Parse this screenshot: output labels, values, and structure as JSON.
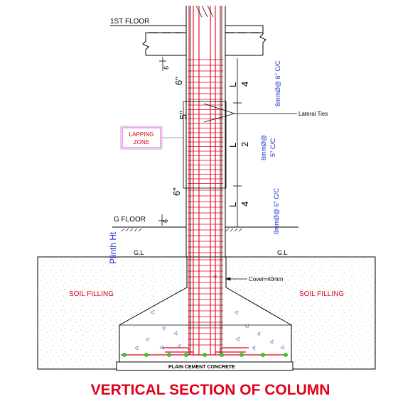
{
  "title": "VERTICAL SECTION OF COLUMN",
  "labels": {
    "first_floor": "1ST FLOOR",
    "ground_floor": "G FLOOR",
    "plinth": "Plinth Ht",
    "gl_left": "G.L",
    "gl_right": "G.L",
    "soil_left": "SOIL FILLING",
    "soil_right": "SOIL FILLING",
    "pcc": "PLAIN CEMENT CONCRETE",
    "cover": "Cover=40mm",
    "lateral_ties": "Lateral Ties",
    "lapping_1": "LAPPING",
    "lapping_2": "ZONE",
    "dim_6_top": "6\"",
    "dim_5": "5\"",
    "dim_6_bot": "6\"",
    "small_6_top": "6",
    "small_6_bot": "6",
    "L1": "L",
    "L1_div": "4",
    "L2": "L",
    "L2_div": "2",
    "L3": "L",
    "L3_div": "4",
    "ties_top": "8mmØ@ 6\" C/C",
    "ties_mid_a": "8mmØ@",
    "ties_mid_b": "5\" C/C",
    "ties_bot": "8mmØ@ 6\" C/C"
  },
  "colors": {
    "rebar": "#e0001a",
    "dim_text": "#1a2fd0",
    "bars_dots": "#22dd22",
    "lapping_border": "#ff40ff"
  }
}
